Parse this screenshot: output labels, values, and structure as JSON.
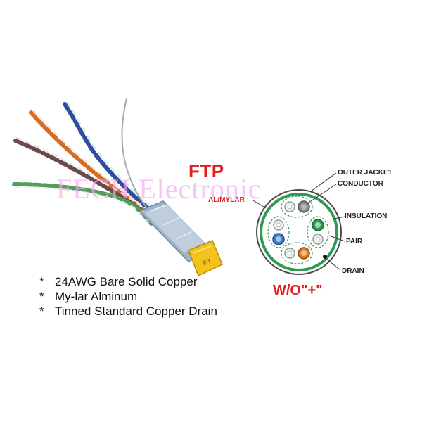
{
  "title": "FTP",
  "watermark": "FECH Electronic",
  "subtitle": "W/O\"+\"",
  "features": [
    {
      "bullet": "*",
      "text": "24AWG Bare Solid Copper"
    },
    {
      "bullet": "*",
      "text": "My-lar Alminum"
    },
    {
      "bullet": "*",
      "text": "Tinned Standard Copper Drain"
    }
  ],
  "labels": {
    "al_mylar": "AL/MYLAR",
    "outer_jacket": "OUTER JACKE1",
    "conductor": "CONDUCTOR",
    "insulation": "INSULATION",
    "pair": "PAIR",
    "drain": "DRAIN"
  },
  "colors": {
    "accent_red": "#e21d1d",
    "shield_green": "#2e9a54",
    "watermark_pink": "#f2a8f0"
  }
}
